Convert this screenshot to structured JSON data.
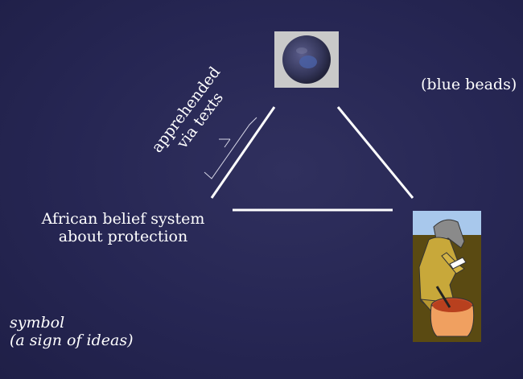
{
  "labels": {
    "top_right": "(blue beads)",
    "left_line1": "African belief system",
    "left_line2": "about protection",
    "bottom_left_line1": "symbol",
    "bottom_left_line2": "(a sign of ideas)",
    "rotated_line1": "apprehended",
    "rotated_line2": "via texts"
  },
  "colors": {
    "background": "#262653",
    "text": "#ffffff",
    "bead": "#3d3f6a",
    "sky": "#a8c8ec",
    "ground": "#5a4a12",
    "pot": "#f0a060",
    "figure_clothes": "#c8a83a"
  },
  "icons": [
    "blue-bead-image",
    "person-with-pot-image"
  ]
}
